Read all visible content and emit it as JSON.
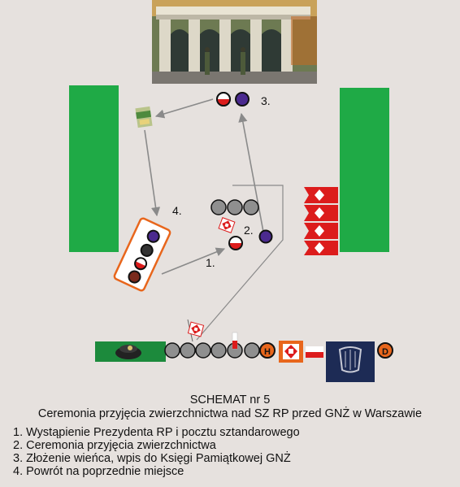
{
  "diagram": {
    "step_labels": [
      "1.",
      "2.",
      "3.",
      "4."
    ],
    "marker_h": "H",
    "marker_d": "D",
    "colors": {
      "background": "#e6e1de",
      "green": "#1faa46",
      "arrow": "#8a8a8a",
      "red": "#dc1c1c",
      "purple": "#4b2a8f",
      "orange": "#e8661c",
      "navy": "#1d2b55",
      "guard_grey": "#8f8f8f"
    }
  },
  "caption": {
    "title": "SCHEMAT nr 5",
    "subtitle": "Ceremonia przyjęcia zwierzchnictwa nad SZ RP przed GNŻ w Warszawie"
  },
  "legend": {
    "items": [
      "1. Wystąpienie Prezydenta RP i pocztu sztandarowego",
      "2. Ceremonia przyjęcia zwierzchnictwa",
      "3. Złożenie wieńca, wpis do Księgi Pamiątkowej GNŻ",
      "4. Powrót na poprzednie miejsce"
    ]
  }
}
